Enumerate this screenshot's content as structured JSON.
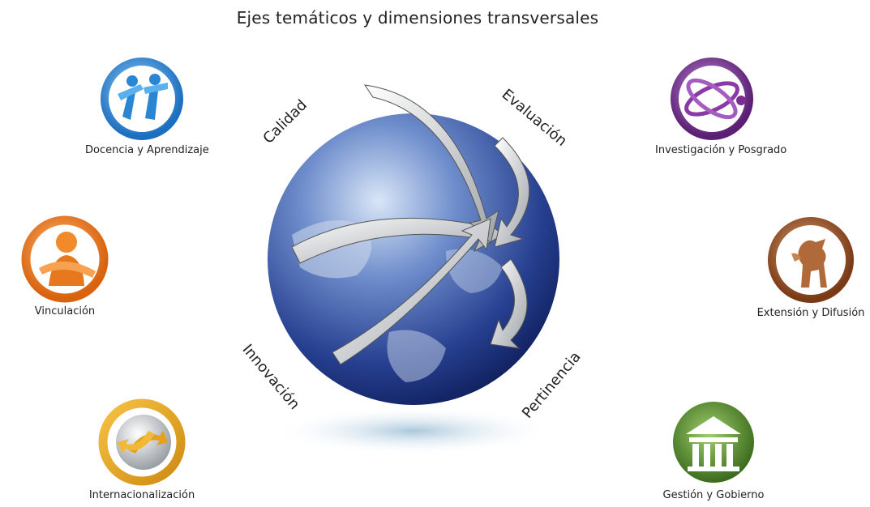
{
  "title": "Ejes temáticos y dimensiones transversales",
  "axes": [
    {
      "label": "Docencia y Aprendizaje",
      "color": "#2f8fd8",
      "icon": "people-icon"
    },
    {
      "label": "Vinculación",
      "color": "#e8781e",
      "icon": "person-icon"
    },
    {
      "label": "Internacionalización",
      "color": "#e3a21a",
      "icon": "globe-arrows-icon"
    },
    {
      "label": "Investigación y Posgrado",
      "color": "#7a2c8f",
      "icon": "atom-icon"
    },
    {
      "label": "Extensión y Difusión",
      "color": "#8a4a22",
      "icon": "lion-icon"
    },
    {
      "label": "Gestión y Gobierno",
      "color": "#4f7d2a",
      "icon": "building-icon"
    }
  ],
  "dimensions": [
    "Calidad",
    "Evaluación",
    "Innovación",
    "Pertinencia"
  ]
}
